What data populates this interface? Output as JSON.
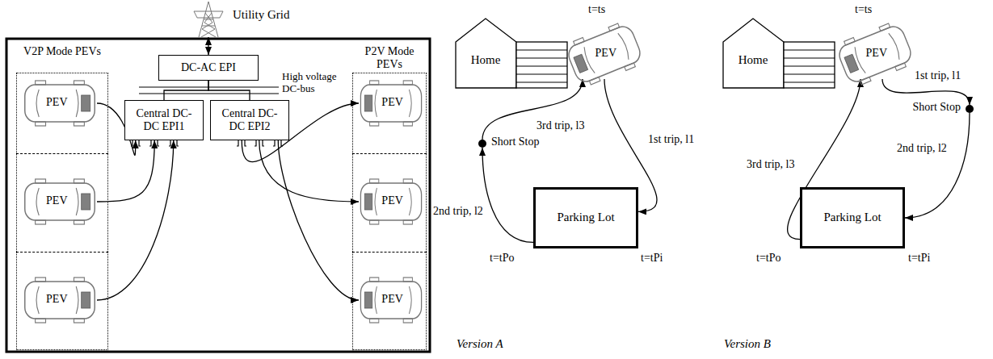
{
  "diagram": {
    "nodes": [
      {
        "text": [
          "Utility Grid"
        ]
      },
      {
        "text": [
          "DC-AC EPI"
        ]
      },
      {
        "text": [
          "Central DC-DC EPI1"
        ]
      },
      {
        "text": [
          "Central DC-DC EPI2"
        ]
      },
      {
        "text": [
          "V2P Mode PEVs"
        ]
      },
      {
        "text": [
          "PEV"
        ],
        "in": 4
      },
      {
        "text": [
          "PEV"
        ],
        "in": 4
      },
      {
        "text": [
          "PEV"
        ],
        "in": 4
      },
      {
        "text": [
          "P2V Mode PEVs"
        ]
      },
      {
        "text": [
          "PEV"
        ],
        "in": 8
      },
      {
        "text": [
          "PEV"
        ],
        "in": 8
      },
      {
        "text": [
          "PEV"
        ],
        "in": 8
      },
      {
        "text": [
          "Home"
        ]
      },
      {
        "text": [
          "PEV"
        ]
      },
      {
        "text": [
          "Parking Lot"
        ]
      },
      {
        "text": [
          "Short Stop"
        ]
      },
      {
        "text": [
          "Home"
        ]
      },
      {
        "text": [
          "PEV"
        ]
      },
      {
        "text": [
          "Parking Lot"
        ]
      },
      {
        "text": [
          "Short Stop"
        ]
      }
    ],
    "edges": [
      {
        "from": 0,
        "to": 1,
        "arrow": "both"
      },
      {
        "from": 1,
        "to": 2,
        "arrow": "none"
      },
      {
        "from": 1,
        "to": 3,
        "arrow": "none"
      },
      {
        "from": 5,
        "to": 2,
        "arrow": "to"
      },
      {
        "from": 6,
        "to": 2,
        "arrow": "to"
      },
      {
        "from": 7,
        "to": 2,
        "arrow": "to"
      },
      {
        "from": 3,
        "to": 9,
        "arrow": "to"
      },
      {
        "from": 3,
        "to": 10,
        "arrow": "to"
      },
      {
        "from": 3,
        "to": 11,
        "arrow": "to"
      },
      {
        "from": 13,
        "to": 14,
        "label": "1st trip, l1",
        "arrow": "to"
      },
      {
        "from": 14,
        "to": 15,
        "label": "2nd trip, l2",
        "arrow": "to"
      },
      {
        "from": 15,
        "to": 13,
        "label": "3rd trip, l3",
        "arrow": "to"
      },
      {
        "from": 17,
        "to": 19,
        "label": "1st trip, l1",
        "arrow": "to"
      },
      {
        "from": 19,
        "to": 18,
        "label": "2nd trip, l2",
        "arrow": "to"
      },
      {
        "from": 18,
        "to": 17,
        "label": "3rd trip, l3",
        "arrow": "to"
      }
    ],
    "labels": [
      "High voltage DC-bus",
      "t=ts",
      "t=tPo",
      "t=tPi",
      "Version A",
      "t=ts",
      "t=tPo",
      "t=tPi",
      "Version B"
    ]
  }
}
